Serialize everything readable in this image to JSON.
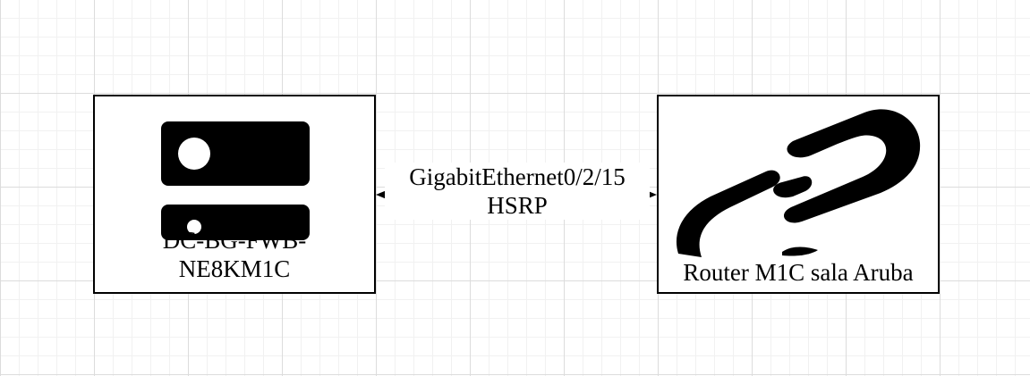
{
  "nodes": {
    "firewall": {
      "label_line1": "DC-BG-FWB-",
      "label_line2": "NE8KM1C",
      "icon": "firewall-server-icon"
    },
    "router": {
      "label": "Router M1C sala Aruba",
      "icon": "link-icon"
    }
  },
  "edge": {
    "label_line1": "GigabitEthernet0/2/15",
    "label_line2": "HSRP",
    "arrows": "both"
  },
  "colors": {
    "stroke": "#000000",
    "grid": "#dcdcdc",
    "background": "#ffffff"
  }
}
